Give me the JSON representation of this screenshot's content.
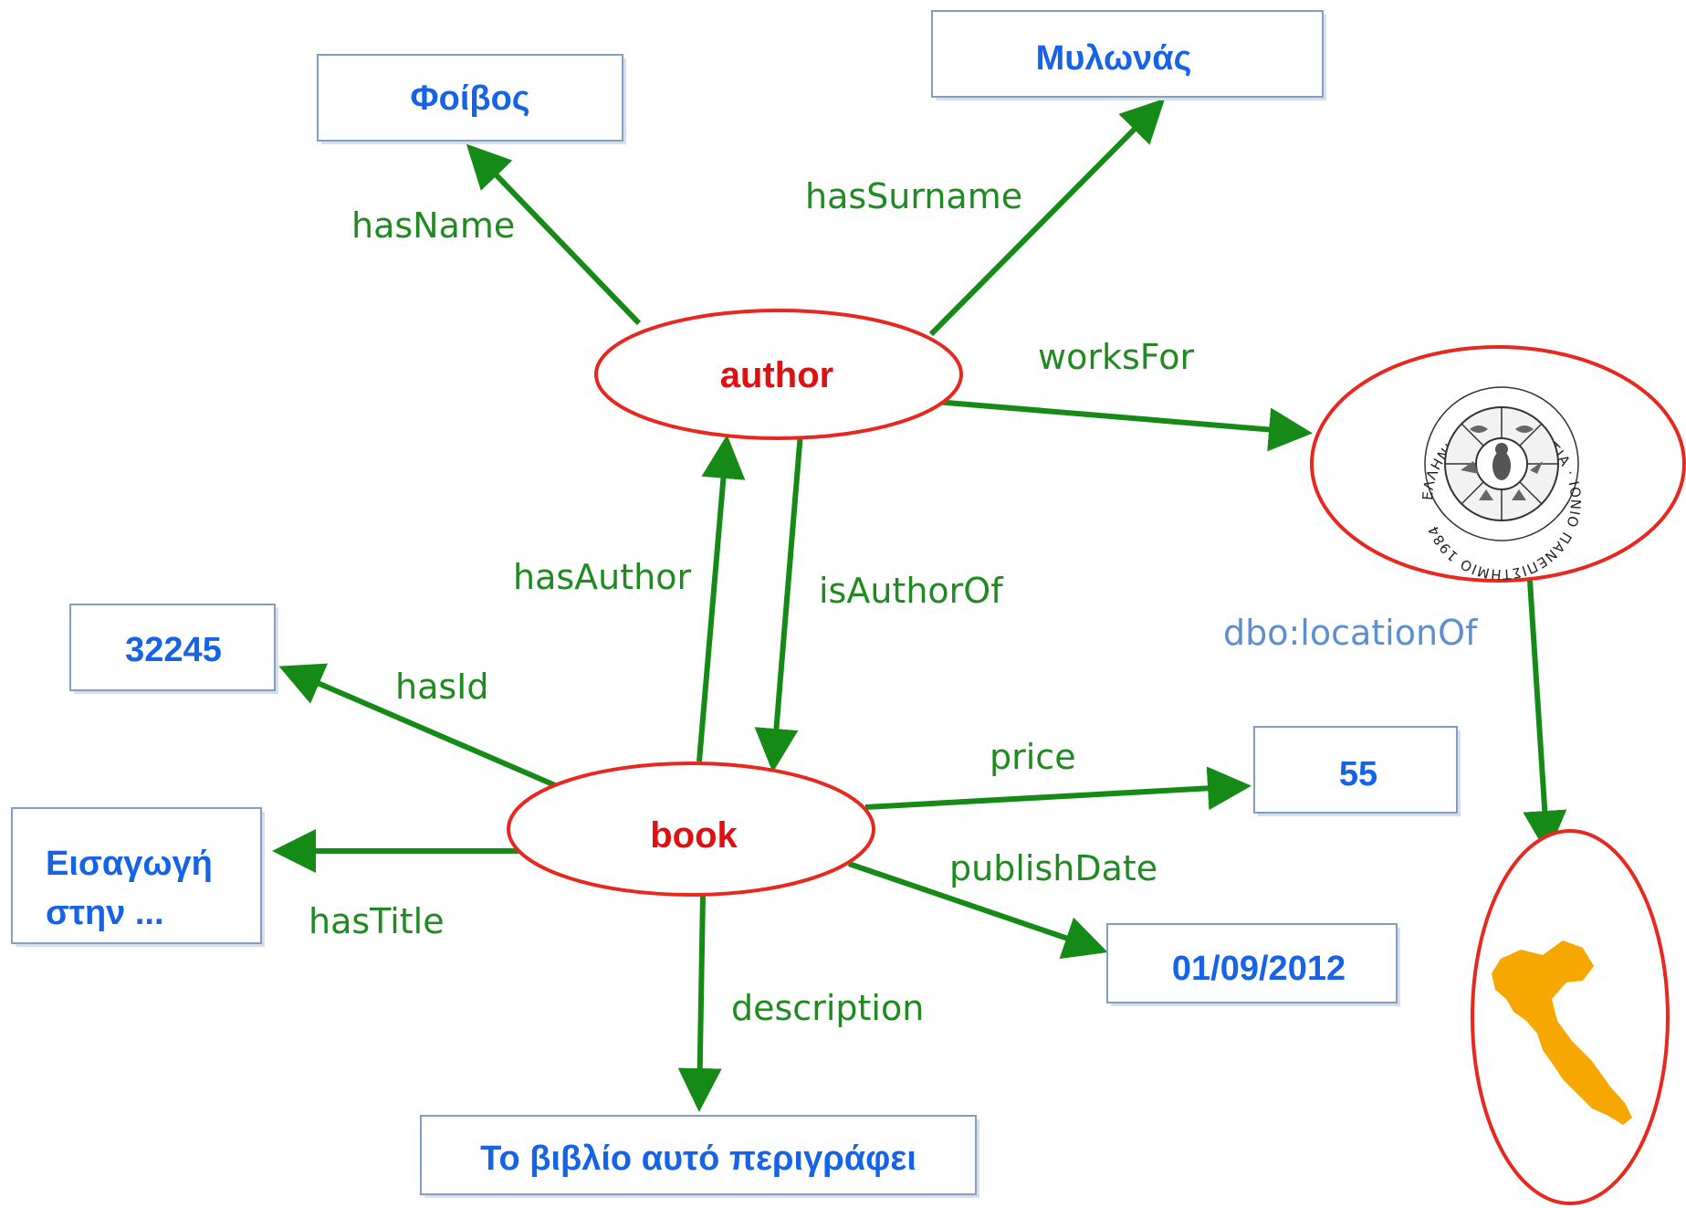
{
  "resources": {
    "author": "author",
    "book": "book"
  },
  "literals": {
    "name": "Φοίβος",
    "surname": "Μυλωνάς",
    "id": "32245",
    "title_line1": "Εισαγωγή",
    "title_line2": "στην ...",
    "description": "Το βιβλίο αυτό περιγράφει",
    "price": "55",
    "publish_date": "01/09/2012"
  },
  "edges": {
    "hasName": "hasName",
    "hasSurname": "hasSurname",
    "worksFor": "worksFor",
    "hasAuthor": "hasAuthor",
    "isAuthorOf": "isAuthorOf",
    "hasId": "hasId",
    "hasTitle": "hasTitle",
    "description": "description",
    "price": "price",
    "publishDate": "publishDate",
    "locationOf": "dbo:locationOf"
  },
  "seal": {
    "text": "ΕΛΛΗΝΙΚΗ ΔΗΜΟΚΡΑΤΙΑ · ΙΟΝΙΟ ΠΑΝΕΠΙΣΤΗΜΙΟ 1984"
  },
  "colors": {
    "edge": "#168a16",
    "resource_border": "#e8281e",
    "resource_text": "#e01010",
    "literal_text": "#1563e6",
    "literal_border": "#7f9fc9",
    "external_label": "#5b8fd2",
    "island": "#f7a800"
  },
  "icons": {
    "university": "university-seal-icon",
    "island": "corfu-island-map-icon"
  }
}
